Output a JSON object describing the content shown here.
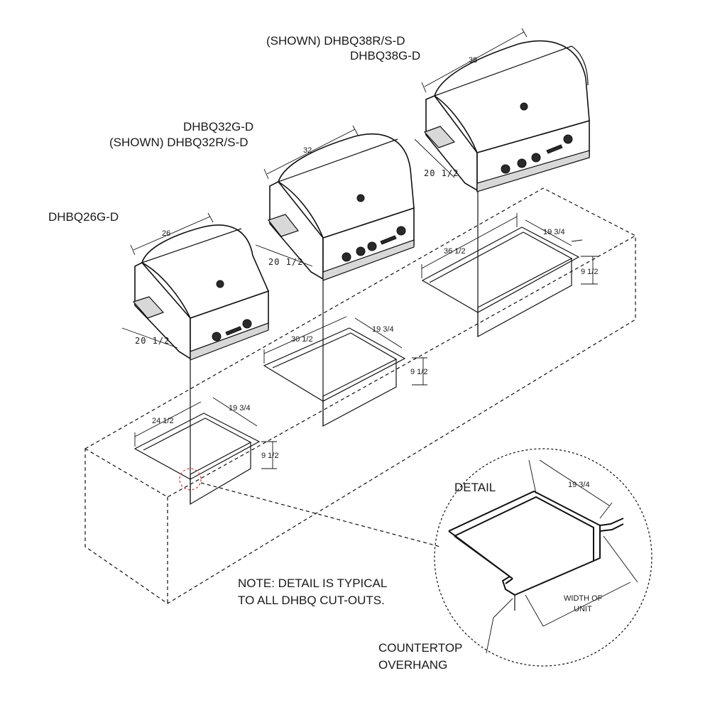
{
  "labels": {
    "model_38_line1": "(SHOWN) DHBQ38R/S-D",
    "model_38_line2": "DHBQ38G-D",
    "model_32_line1": "DHBQ32G-D",
    "model_32_line2": "(SHOWN) DHBQ32R/S-D",
    "model_26": "DHBQ26G-D",
    "detail": "DETAIL",
    "note_line1": "NOTE: DETAIL IS TYPICAL",
    "note_line2": "TO ALL DHBQ CUT-OUTS.",
    "countertop_line1": "COUNTERTOP",
    "countertop_line2": "OVERHANG",
    "width_line1": "WIDTH OF",
    "width_line2": "UNIT"
  },
  "grills": {
    "g38": {
      "width": "38",
      "depth": "20 1/2"
    },
    "g32": {
      "width": "32",
      "depth": "20 1/2"
    },
    "g26": {
      "width": "26",
      "depth": "20 1/2"
    }
  },
  "cutouts": {
    "c38": {
      "width": "36 1/2",
      "depth": "19 3/4",
      "height": "9 1/2"
    },
    "c32": {
      "width": "30 1/2",
      "depth": "19 3/4",
      "height": "9 1/2"
    },
    "c26": {
      "width": "24 1/2",
      "depth": "19 3/4",
      "height": "9 1/2"
    }
  },
  "detail_dims": {
    "depth": "19 3/4"
  }
}
